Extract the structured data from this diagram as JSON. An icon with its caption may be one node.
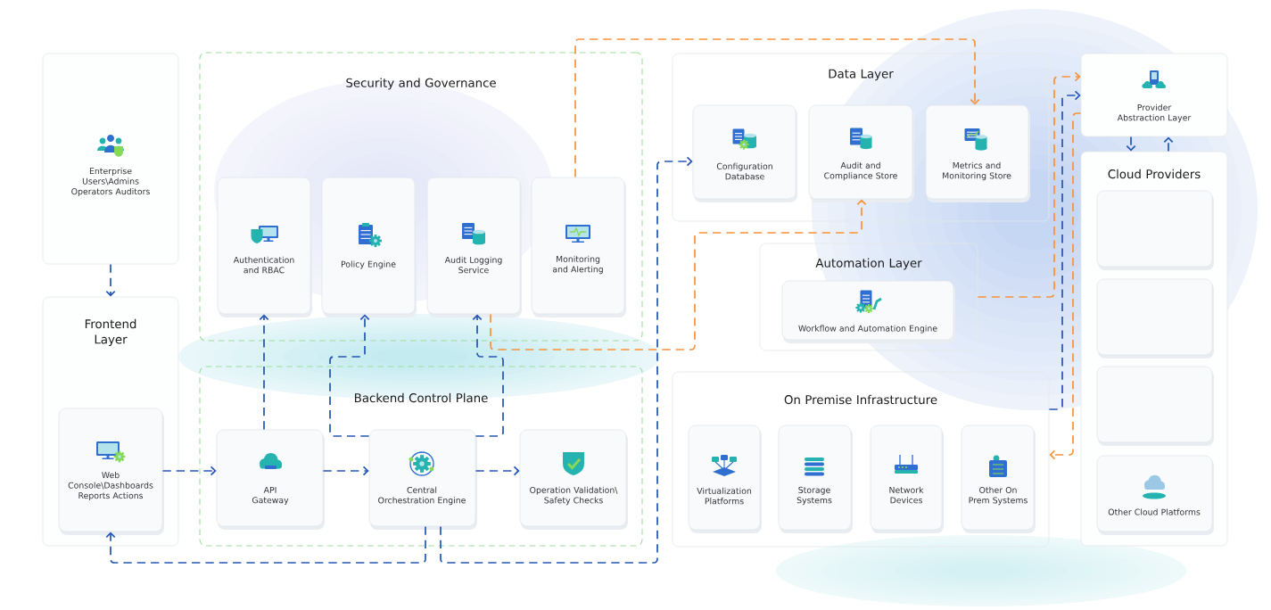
{
  "diagram": {
    "nodes": [
      {
        "text": [
          "Enterprise Users\\Admins Operators Auditors"
        ]
      },
      {
        "text": [
          "Frontend Layer"
        ]
      },
      {
        "text": [
          "Web Console\\Dashboards Reports Actions"
        ],
        "in": 1
      },
      {
        "text": [
          "Security and Governance"
        ]
      },
      {
        "text": [
          "Authentication and RBAC"
        ],
        "in": 3
      },
      {
        "text": [
          "Policy Engine"
        ],
        "in": 3
      },
      {
        "text": [
          "Audit Logging Service"
        ],
        "in": 3
      },
      {
        "text": [
          "Monitoring and Alerting"
        ],
        "in": 3
      },
      {
        "text": [
          "Backend Control Plane"
        ]
      },
      {
        "text": [
          "API Gateway"
        ],
        "in": 8
      },
      {
        "text": [
          "Central Orchestration Engine"
        ],
        "in": 8
      },
      {
        "text": [
          "Operation Validation\\ Safety Checks"
        ],
        "in": 8
      },
      {
        "text": [
          "Data Layer"
        ]
      },
      {
        "text": [
          "Configuration Database"
        ],
        "in": 12
      },
      {
        "text": [
          "Audit and Compliance Store"
        ],
        "in": 12
      },
      {
        "text": [
          "Metrics and Monitoring Store"
        ],
        "in": 12
      },
      {
        "text": [
          "Automation Layer"
        ]
      },
      {
        "text": [
          "Workflow and Automation Engine"
        ],
        "in": 16
      },
      {
        "text": [
          "On Premise Infrastructure"
        ]
      },
      {
        "text": [
          "Virtualization Platforms"
        ],
        "in": 18
      },
      {
        "text": [
          "Storage Systems"
        ],
        "in": 18
      },
      {
        "text": [
          "Network Devices"
        ],
        "in": 18
      },
      {
        "text": [
          "Other On Prem Systems"
        ],
        "in": 18
      },
      {
        "text": [
          "Provider Abstraction Layer"
        ]
      },
      {
        "text": [
          "Cloud Providers"
        ]
      },
      {
        "text": [],
        "shape": "box",
        "in": 24
      },
      {
        "text": [],
        "shape": "box",
        "in": 24
      },
      {
        "text": [],
        "shape": "box",
        "in": 24
      },
      {
        "text": [
          "Other Cloud Platforms"
        ],
        "in": 24
      }
    ],
    "edges": [
      {
        "from": 0,
        "to": 1,
        "arrow": "to",
        "style": "dashed"
      },
      {
        "from": 2,
        "to": 9,
        "arrow": "to",
        "style": "dashed"
      },
      {
        "from": 9,
        "to": 10,
        "arrow": "to",
        "style": "dashed"
      },
      {
        "from": 10,
        "to": 11,
        "arrow": "to",
        "style": "dashed"
      },
      {
        "from": 9,
        "to": 4,
        "arrow": "to",
        "style": "dashed"
      },
      {
        "from": 10,
        "to": 5,
        "arrow": "to",
        "style": "dashed"
      },
      {
        "from": 10,
        "to": 6,
        "arrow": "to",
        "style": "dashed"
      },
      {
        "from": 10,
        "to": 2,
        "arrow": "to",
        "style": "dashed"
      },
      {
        "from": 10,
        "to": 13,
        "arrow": "to",
        "style": "dashed"
      },
      {
        "from": 7,
        "to": 15,
        "arrow": "to",
        "style": "dashed",
        "color": "#f7933b"
      },
      {
        "from": 6,
        "to": 14,
        "arrow": "to",
        "style": "dashed",
        "color": "#f7933b"
      },
      {
        "from": 16,
        "to": 23,
        "arrow": "to",
        "style": "dashed",
        "color": "#f7933b"
      },
      {
        "from": 18,
        "to": 23,
        "arrow": "to",
        "style": "dashed"
      },
      {
        "from": 23,
        "to": 18,
        "arrow": "to",
        "style": "dashed",
        "color": "#f7933b"
      },
      {
        "from": 23,
        "to": 24,
        "arrow": "to",
        "style": "dashed"
      },
      {
        "from": 24,
        "to": 23,
        "arrow": "to",
        "style": "dashed"
      }
    ]
  }
}
